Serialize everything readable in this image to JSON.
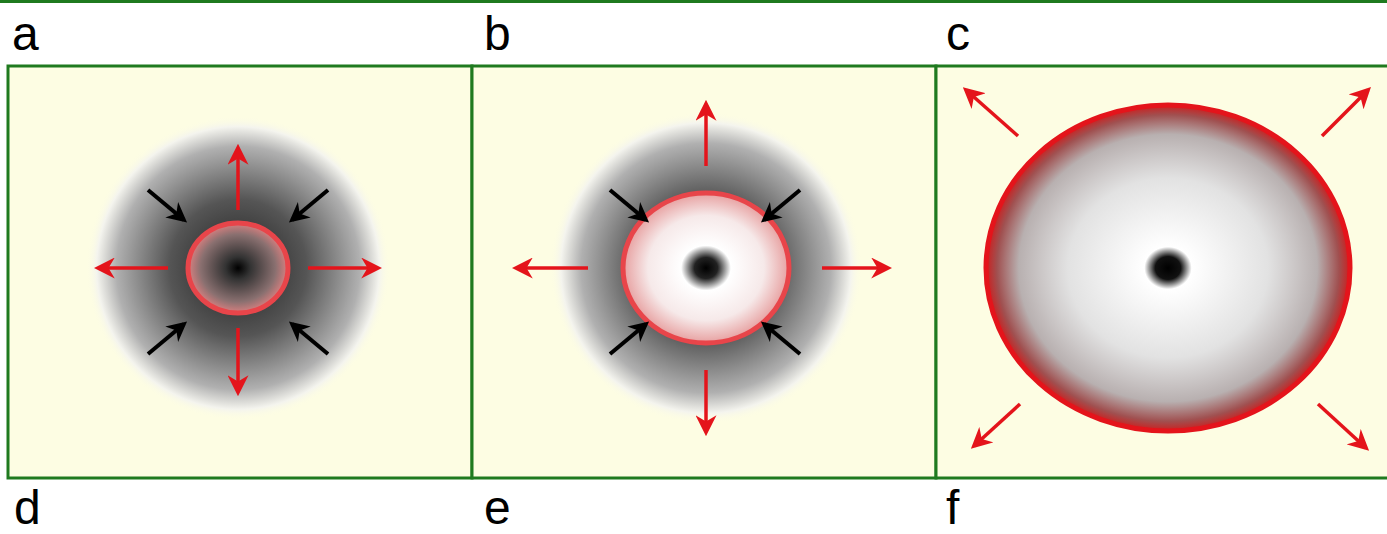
{
  "diagram": {
    "labels": [
      "a",
      "b",
      "c",
      "d",
      "e",
      "f"
    ]
  }
}
